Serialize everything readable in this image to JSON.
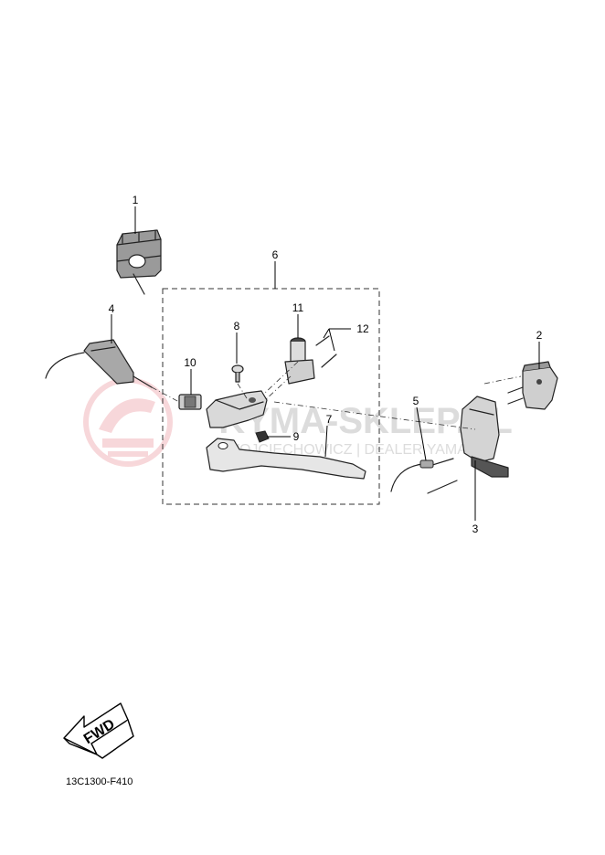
{
  "callouts": {
    "p1": "1",
    "p2": "2",
    "p3": "3",
    "p4": "4",
    "p5": "5",
    "p6": "6",
    "p7": "7",
    "p8": "8",
    "p9": "9",
    "p10": "10",
    "p11": "11",
    "p12": "12"
  },
  "fwd_label": "FWD",
  "diagram_code": "13C1300-F410",
  "watermark": {
    "brand": "KYMA-SKLEP.PL",
    "tagline": "WOJCIECHOWICZ | DEALER YAMAHA"
  },
  "colors": {
    "line": "#222222",
    "watermark_logo": "#f2b8bc",
    "watermark_text": "#dcdcdc"
  }
}
